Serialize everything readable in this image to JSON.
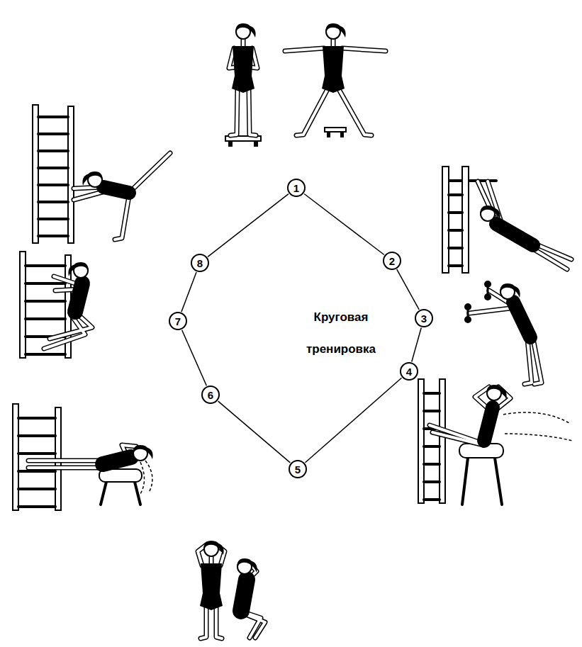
{
  "diagram": {
    "title": "Круговая тренировка",
    "nodes": [
      {
        "text": [
          "1"
        ]
      },
      {
        "text": [
          "2"
        ]
      },
      {
        "text": [
          "3"
        ]
      },
      {
        "text": [
          "4"
        ]
      },
      {
        "text": [
          "5"
        ]
      },
      {
        "text": [
          "6"
        ]
      },
      {
        "text": [
          "7"
        ]
      },
      {
        "text": [
          "8"
        ]
      }
    ],
    "edges": [
      {
        "from": 0,
        "to": 1,
        "arrow": "none"
      },
      {
        "from": 1,
        "to": 2,
        "arrow": "none"
      },
      {
        "from": 2,
        "to": 3,
        "arrow": "none"
      },
      {
        "from": 3,
        "to": 4,
        "arrow": "none"
      },
      {
        "from": 4,
        "to": 5,
        "arrow": "none"
      },
      {
        "from": 5,
        "to": 6,
        "arrow": "none"
      },
      {
        "from": 6,
        "to": 7,
        "arrow": "none"
      },
      {
        "from": 7,
        "to": 0,
        "arrow": "none"
      }
    ]
  }
}
